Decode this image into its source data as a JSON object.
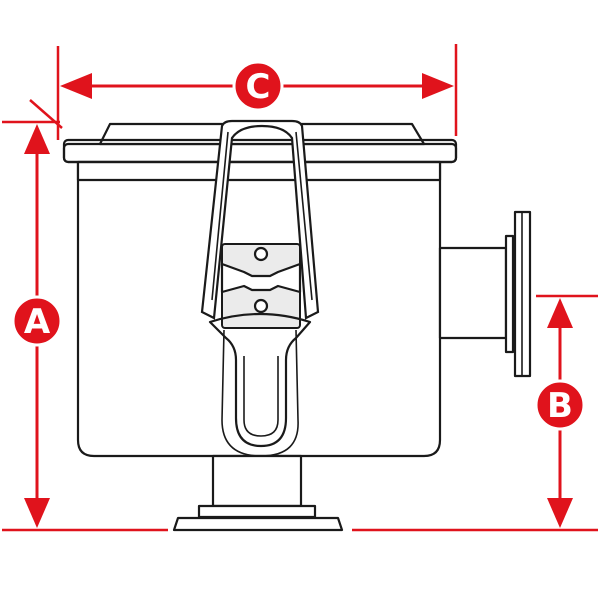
{
  "diagram": {
    "dimension_labels": {
      "a": "A",
      "b": "B",
      "c": "C"
    },
    "colors": {
      "dimension": "#e0131c",
      "outline": "#1a1a1a",
      "background": "#ffffff"
    }
  }
}
